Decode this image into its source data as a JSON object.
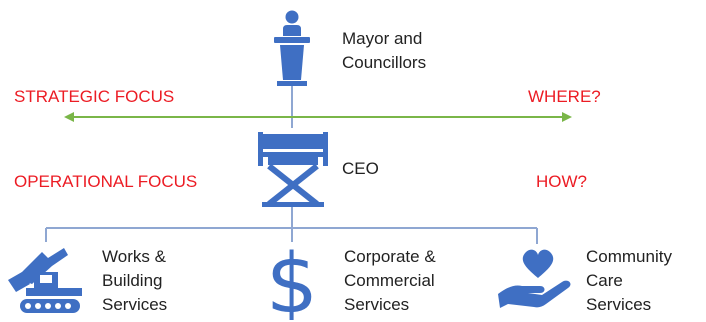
{
  "colors": {
    "icon_blue": "#3f6fc3",
    "connector_blue": "#8fa7d2",
    "arrow_green": "#7ab648",
    "focus_red": "#ec1c24",
    "text": "#222222"
  },
  "top": {
    "label": "Mayor and\nCouncillors",
    "icon": "podium-speaker-icon"
  },
  "middle": {
    "label": "CEO",
    "icon": "directors-chair-icon"
  },
  "focus": {
    "strategic": "STRATEGIC FOCUS",
    "where": "WHERE?",
    "operational": "OPERATIONAL FOCUS",
    "how": "HOW?"
  },
  "departments": [
    {
      "label": "Works &\nBuilding\nServices",
      "icon": "excavator-icon"
    },
    {
      "label": "Corporate &\nCommercial\nServices",
      "icon": "dollar-sign-icon"
    },
    {
      "label": "Community\nCare\nServices",
      "icon": "heart-in-hand-icon"
    }
  ]
}
